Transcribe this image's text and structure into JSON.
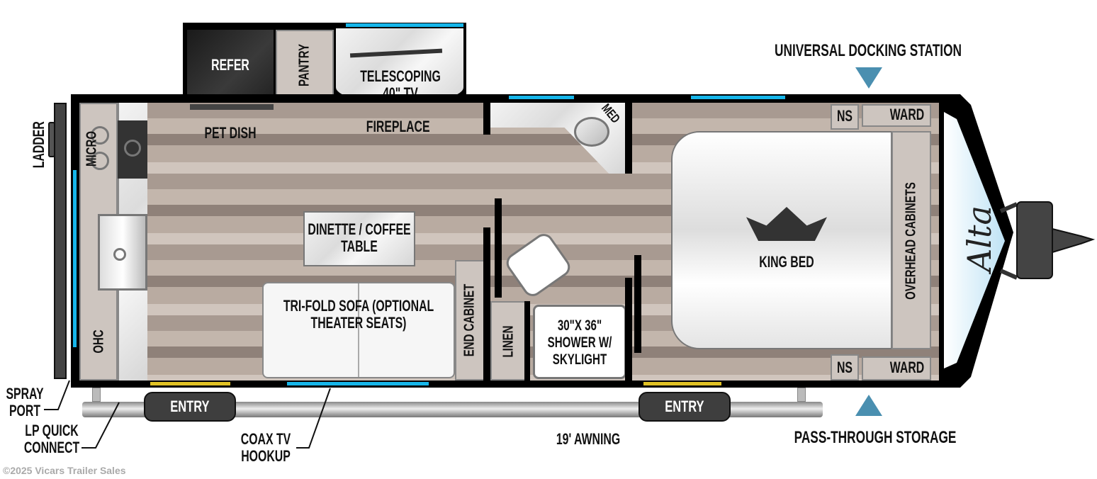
{
  "brand_logo": "Alta",
  "watermark": "©2025 Vicars Trailer Sales",
  "rooms": {
    "refer": "REFER",
    "pantry": "PANTRY",
    "tv": "TELESCOPING 40\" TV",
    "fireplace": "FIREPLACE",
    "pet_dish": "PET DISH",
    "micro": "MICRO",
    "ohc": "OHC",
    "dinette": "DINETTE / COFFEE TABLE",
    "sofa": "TRI-FOLD SOFA (OPTIONAL THEATER SEATS)",
    "end_cabinet": "END CABINET",
    "linen": "LINEN",
    "shower": "30\"X 36\" SHOWER W/ SKYLIGHT",
    "med": "MED",
    "king_bed": "KING BED",
    "overhead_cabinets": "OVERHEAD CABINETS",
    "ns_top": "NS",
    "ward_top": "WARD",
    "ns_bottom": "NS",
    "ward_bottom": "WARD"
  },
  "callouts": {
    "ladder": "LADDER",
    "spray_port": "SPRAY PORT",
    "lp_quick_connect": "LP QUICK CONNECT",
    "coax": "COAX TV HOOKUP",
    "awning": "19' AWNING",
    "docking": "UNIVERSAL DOCKING STATION",
    "pass_through": "PASS-THROUGH STORAGE",
    "entry_1": "ENTRY",
    "entry_2": "ENTRY"
  },
  "colors": {
    "window": "#16b6ea",
    "door": "#e1c224",
    "arrow": "#4a8fb0"
  }
}
